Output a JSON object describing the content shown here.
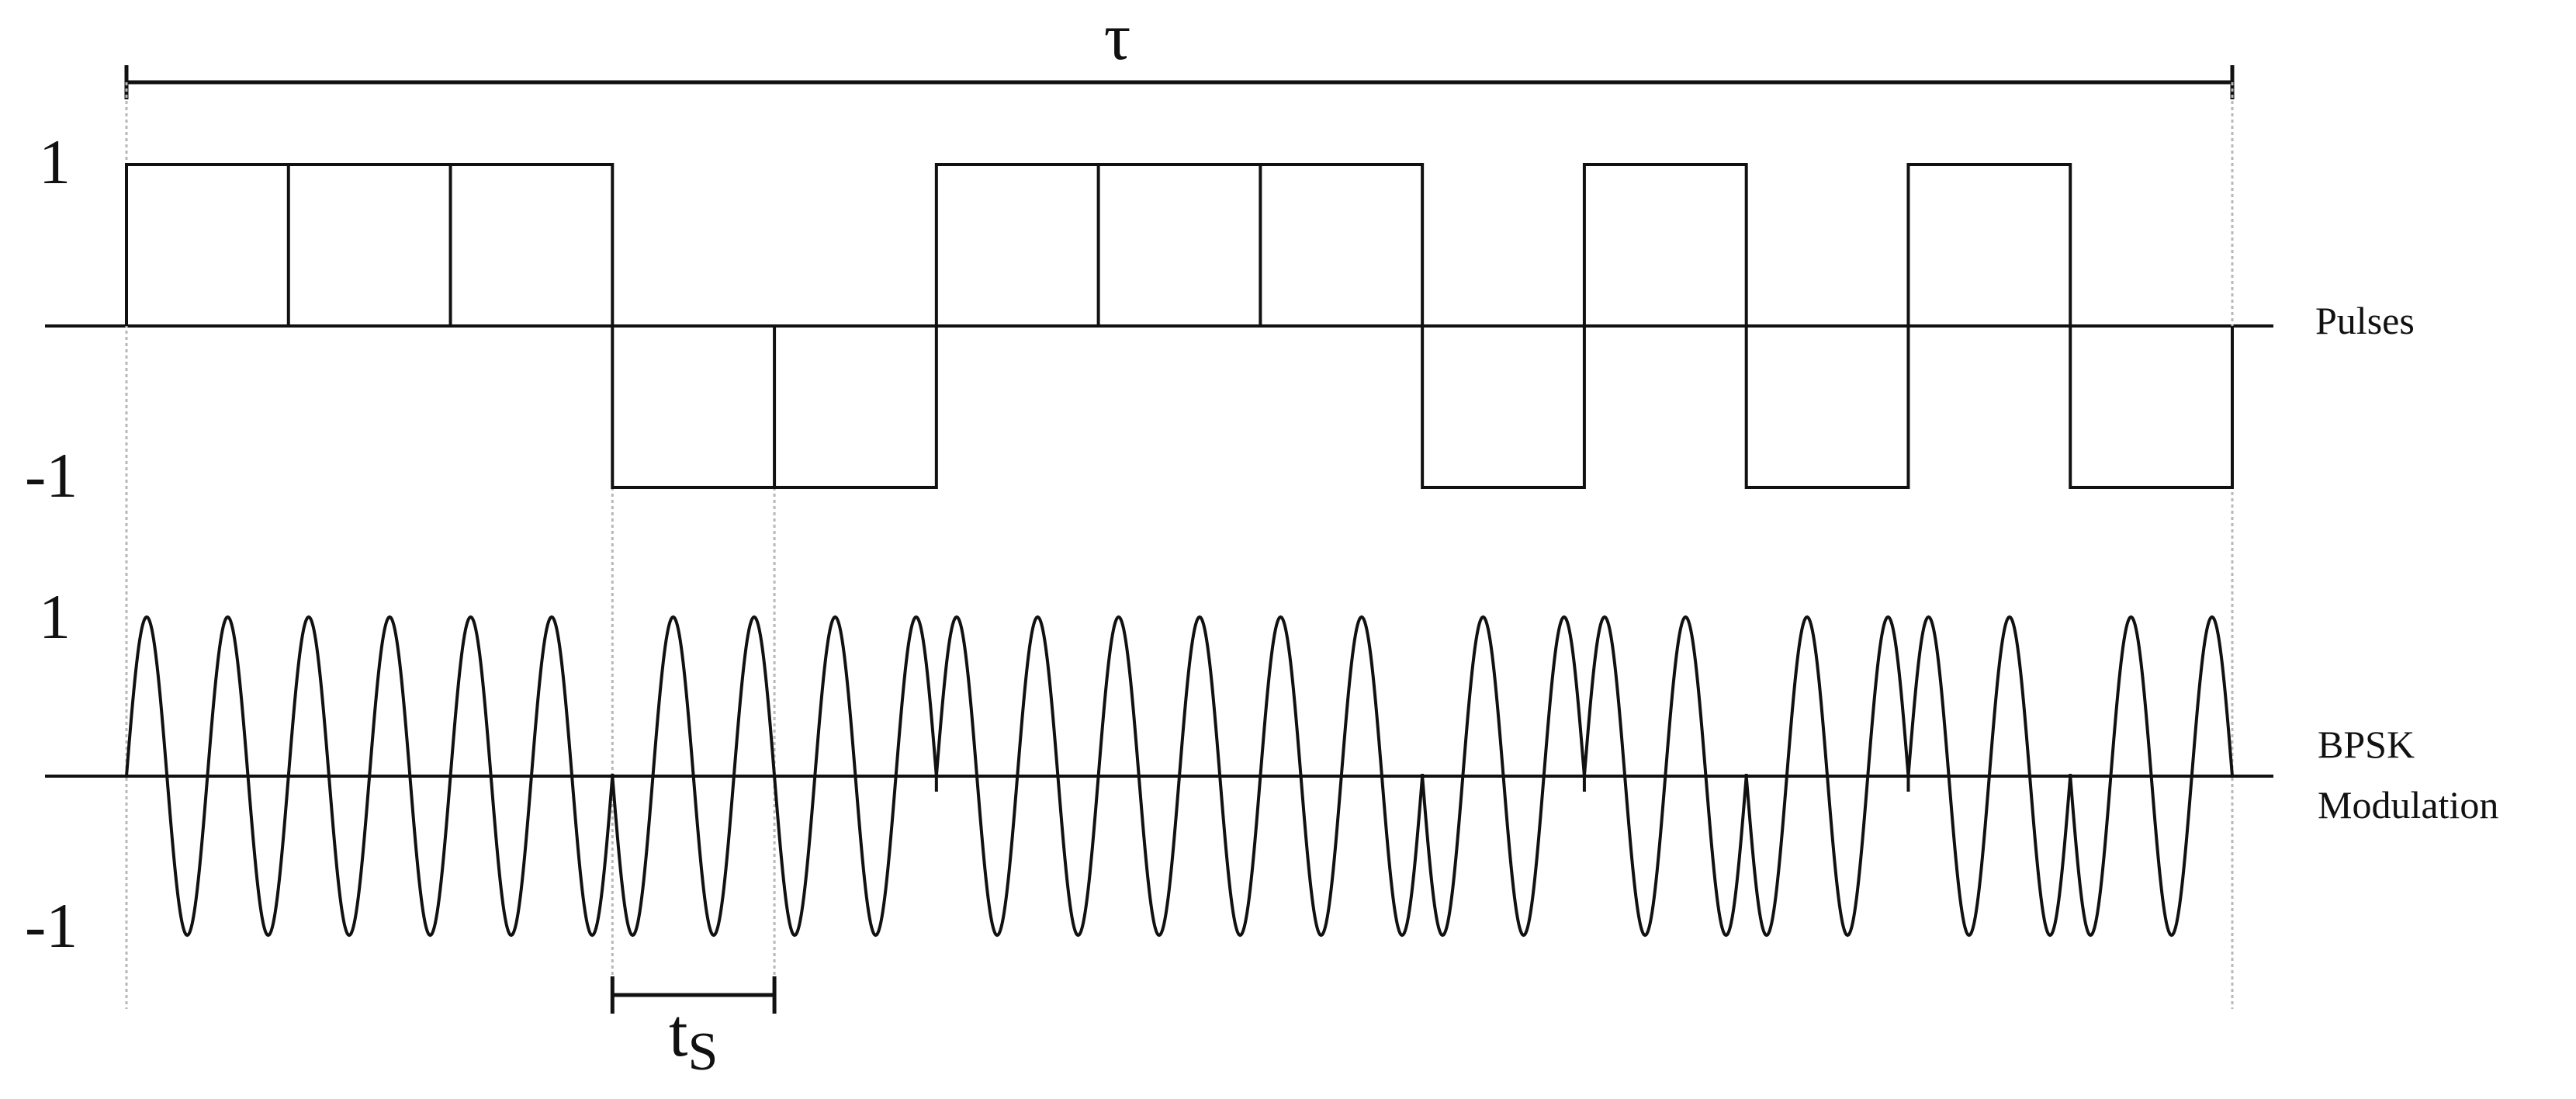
{
  "labels": {
    "tau": "τ",
    "pulses": "Pulses",
    "bpsk_line1": "BPSK",
    "bpsk_line2": "Modulation",
    "ts_main": "t",
    "ts_sub": "S"
  },
  "axis_labels": {
    "pulse_high": "1",
    "pulse_low": "-1",
    "wave_high": "1",
    "wave_low": "-1"
  },
  "bits": [
    1,
    1,
    1,
    -1,
    -1,
    1,
    1,
    1,
    -1,
    1,
    -1,
    1,
    -1
  ],
  "carrier_cycles_per_symbol": 2,
  "ts_marker_symbol_index": 3,
  "colors": {
    "stroke": "#111111",
    "guide": "#b8b8b8"
  }
}
